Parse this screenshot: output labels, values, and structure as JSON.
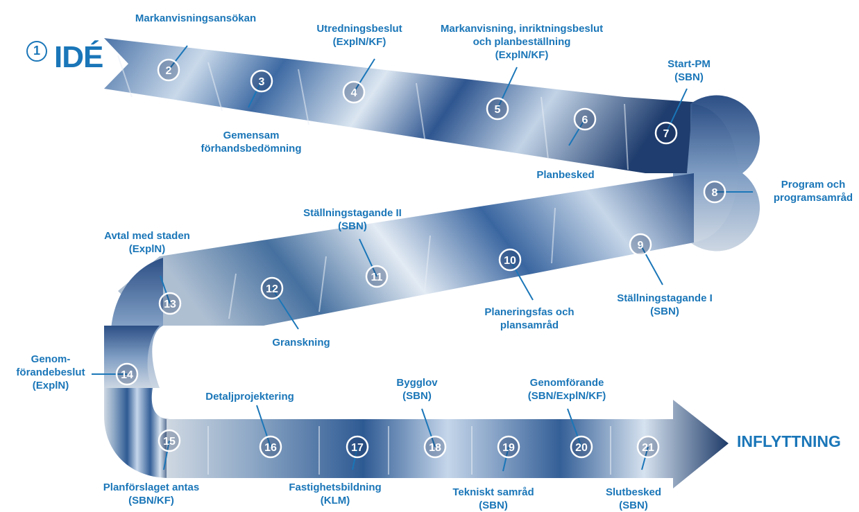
{
  "start_label": "IDÉ",
  "start_number": "1",
  "end_label": "INFLYTTNING",
  "steps": [
    {
      "n": "2",
      "label": "Markanvisningsansökan"
    },
    {
      "n": "3",
      "label": "Gemensam\nförhandsbedömning"
    },
    {
      "n": "4",
      "label": "Utredningsbeslut\n(ExplN/KF)"
    },
    {
      "n": "5",
      "label": "Markanvisning, inriktningsbeslut\noch planbeställning\n(ExplN/KF)"
    },
    {
      "n": "6",
      "label": "Planbesked"
    },
    {
      "n": "7",
      "label": "Start-PM\n(SBN)"
    },
    {
      "n": "8",
      "label": "Program och\nprogramsamråd"
    },
    {
      "n": "9",
      "label": "Ställningstagande I\n(SBN)"
    },
    {
      "n": "10",
      "label": "Planeringsfas och\nplansamråd"
    },
    {
      "n": "11",
      "label": "Ställningstagande II\n(SBN)"
    },
    {
      "n": "12",
      "label": "Granskning"
    },
    {
      "n": "13",
      "label": "Avtal med staden\n(ExplN)"
    },
    {
      "n": "14",
      "label": "Genom-\nförandebeslut\n(ExplN)"
    },
    {
      "n": "15",
      "label": "Planförslaget antas\n(SBN/KF)"
    },
    {
      "n": "16",
      "label": "Detaljprojektering"
    },
    {
      "n": "17",
      "label": "Fastighetsbildning\n(KLM)"
    },
    {
      "n": "18",
      "label": "Bygglov\n(SBN)"
    },
    {
      "n": "19",
      "label": "Tekniskt samråd\n(SBN)"
    },
    {
      "n": "20",
      "label": "Genomförande\n(SBN/ExplN/KF)"
    },
    {
      "n": "21",
      "label": "Slutbesked\n(SBN)"
    }
  ]
}
